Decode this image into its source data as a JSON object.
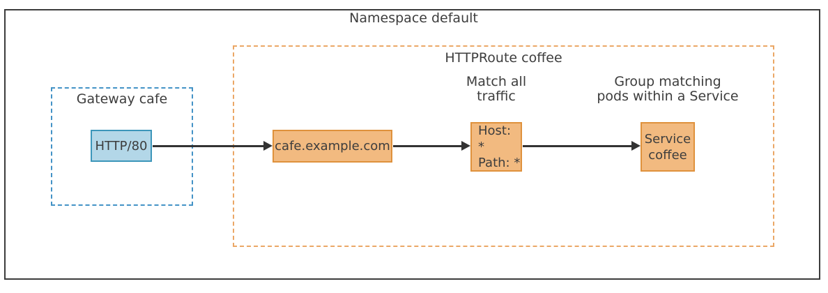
{
  "title": "Namespace default",
  "groups": {
    "gateway": {
      "label": "Gateway cafe"
    },
    "httproute": {
      "label": "HTTPRoute coffee"
    }
  },
  "nodes": {
    "listener": {
      "label": "HTTP/80"
    },
    "hostname": {
      "label": "cafe.example.com"
    },
    "match": {
      "line1": "Host: *",
      "line2": "Path: *"
    },
    "service": {
      "line1": "Service",
      "line2": "coffee"
    }
  },
  "annotations": {
    "match_traffic": {
      "line1": "Match all",
      "line2": "traffic"
    },
    "group_pods": {
      "line1": "Group matching",
      "line2": "pods within a Service"
    }
  },
  "colors": {
    "outer_border": "#3c3c3c",
    "gateway_dash": "#4392c6",
    "httproute_dash": "#eba766",
    "listener_fill": "#b3d7e8",
    "listener_border": "#3c96ba",
    "route_fill": "#f2ba80",
    "route_border": "#df913c",
    "arrow": "#333333",
    "text": "#3d3d3d"
  }
}
